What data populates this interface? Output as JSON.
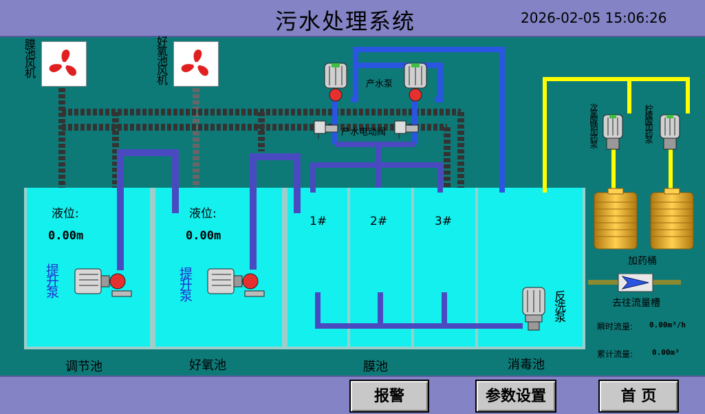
{
  "header": {
    "title": "污水处理系统",
    "datetime": "2026-02-05 15:06:26"
  },
  "fans": {
    "membrane_fan": "膜池风机",
    "aerobic_fan": "好氧池风机"
  },
  "pumps": {
    "production_pump": "产水泵",
    "production_valve": "产水电动阀",
    "lift_pump_1": "提升泵",
    "lift_pump_2": "提升泵",
    "backwash_pump": "反洗泵",
    "hypochlorite_pump": "次氯酸钠加药泵",
    "citric_pump": "柠檬酸加药泵"
  },
  "tanks": {
    "regulating": {
      "name": "调节池",
      "level_label": "液位:",
      "level_value": "0.00m"
    },
    "aerobic": {
      "name": "好氧池",
      "level_label": "液位:",
      "level_value": "0.00m"
    },
    "membrane": {
      "name": "膜池",
      "units": [
        "1#",
        "2#",
        "3#"
      ]
    },
    "disinfection": {
      "name": "消毒池"
    }
  },
  "dosing": {
    "barrel_label": "加药桶",
    "flow_slot_label": "去往流量槽"
  },
  "flow": {
    "instant_label": "瞬时流量:",
    "instant_value": "0.00m³/h",
    "total_label": "累计流量:",
    "total_value": "0.00m³"
  },
  "buttons": {
    "alarm": "报警",
    "params": "参数设置",
    "home": "首 页"
  },
  "colors": {
    "accent_pipe": "#2a55e0",
    "pump_pipe": "#4a4ac0",
    "dosing_pipe": "#ffff00",
    "tank_water": "#14f0ee",
    "header_bg": "#8383c5"
  }
}
